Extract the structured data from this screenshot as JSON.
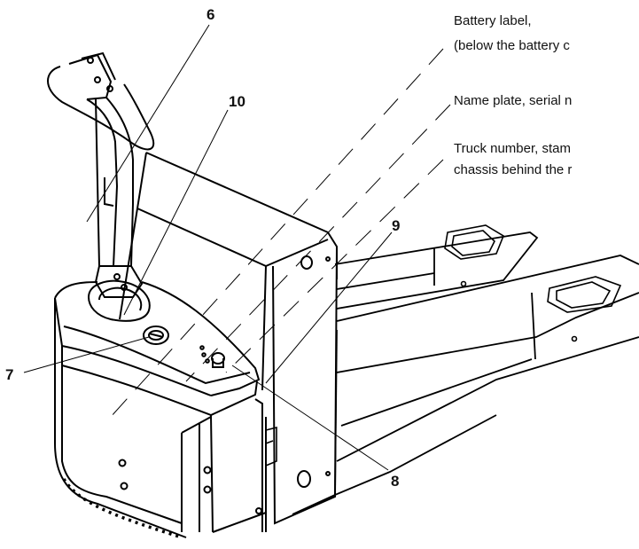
{
  "callouts": {
    "c6": "6",
    "c10": "10",
    "c9": "9",
    "c7": "7",
    "c8": "8"
  },
  "labels": {
    "battery_line1": "Battery label,",
    "battery_line2": "(below the battery c",
    "nameplate": "Name plate, serial n",
    "truck_line1": "Truck number, stam",
    "truck_line2": "chassis behind the r"
  }
}
